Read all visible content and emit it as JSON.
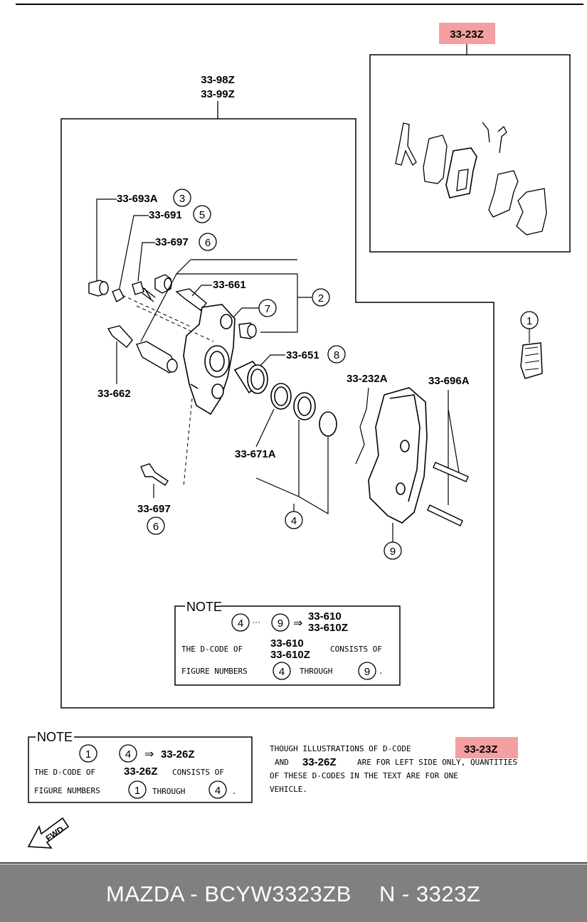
{
  "highlight_color": "#f4a0a0",
  "labels": {
    "pad_kit": "33-23Z",
    "caliper_assy_1": "33-98Z",
    "caliper_assy_2": "33-99Z",
    "p_33_693A": "33-693A",
    "p_33_691": "33-691",
    "p_33_697_top": "33-697",
    "p_33_661": "33-661",
    "p_33_651": "33-651",
    "p_33_662": "33-662",
    "p_33_232A": "33-232A",
    "p_33_696A": "33-696A",
    "p_33_671A": "33-671A",
    "p_33_697_bottom": "33-697"
  },
  "callouts": {
    "c1": "1",
    "c2": "2",
    "c3": "3",
    "c4": "4",
    "c5": "5",
    "c6a": "6",
    "c6b": "6",
    "c7": "7",
    "c8": "8",
    "c9": "9"
  },
  "note_inner": {
    "title": "NOTE",
    "from": "4",
    "dots": "···",
    "to": "9",
    "arrow": "⇒",
    "code1": "33-610",
    "code2": "33-610Z",
    "line2_prefix": "THE D-CODE OF",
    "line2_code1": "33-610",
    "line2_code2": "33-610Z",
    "line2_suffix": "CONSISTS OF",
    "line3_prefix": "FIGURE NUMBERS",
    "line3_from": "4",
    "line3_mid": "THROUGH",
    "line3_to": "9",
    "line3_end": "."
  },
  "note_outer": {
    "title": "NOTE",
    "from": "1",
    "to": "4",
    "arrow": "⇒",
    "code": "33-26Z",
    "line2_prefix": "THE D-CODE OF",
    "line2_code": "33-26Z",
    "line2_suffix": "CONSISTS OF",
    "line3_prefix": "FIGURE NUMBERS",
    "line3_from": "1",
    "line3_mid": "THROUGH",
    "line3_to": "4",
    "line3_end": "."
  },
  "side_note": {
    "l1_prefix": "THOUGH  ILLUSTRATIONS  OF  D-CODE",
    "l1_code": "33-23Z",
    "l2_prefix": "AND",
    "l2_code": "33-26Z",
    "l2_suffix": "ARE  FOR  LEFT  SIDE  ONLY,  QUANTITIES",
    "l3": "OF  THESE  D-CODES  IN  THE  TEXT  ARE  FOR  ONE",
    "l4": "VEHICLE."
  },
  "fwd_label": "FWD",
  "footer": {
    "left": "MAZDA - BCYW3323ZB",
    "right": "N - 3323Z"
  }
}
